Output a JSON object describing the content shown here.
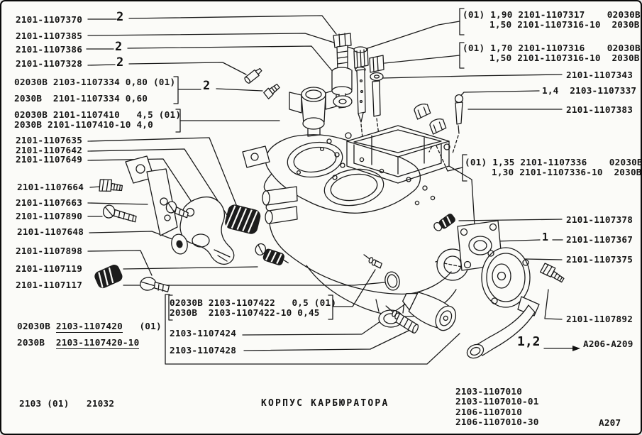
{
  "parts_left": {
    "rows": [
      "2101-1107370",
      "2101-1107385",
      "2101-1107386",
      "2101-1107328"
    ],
    "group334": [
      "02030В 2103-1107334 0,80 (01)",
      "2030В  2101-1107334 0,60"
    ],
    "group410": [
      "02030В 2101-1107410   4,5 (01)",
      "2030В 2101-1107410-10 4,0"
    ],
    "rows2": [
      "2101-1107635",
      "2101-1107642",
      "2101-1107649",
      "2101-1107664",
      "2101-1107663",
      "2101-1107890",
      "2101-1107648",
      "2101-1107898",
      "2101-1107119",
      "2101-1107117"
    ],
    "group420": [
      {
        "prefix": "02030В ",
        "num": "2103-1107420",
        "suffix": "   (01)"
      },
      {
        "prefix": "2030В  ",
        "num": "2103-1107420-10",
        "suffix": ""
      }
    ]
  },
  "callout_box": {
    "rows": [
      "02030В 2103-1107422   0,5 (01)",
      "2030В  2103-1107422-10 0,45"
    ],
    "parts": [
      "2103-1107424",
      "2103-1107428"
    ]
  },
  "parts_right": {
    "group317": [
      "(01) 1,90 2101-1107317    02030В",
      "1,50 2101-1107316-10  2030В"
    ],
    "group316": [
      "(01) 1,70 2101-1107316    02030В",
      "1,50 2101-1107316-10  2030В"
    ],
    "singles": [
      "2101-1107343",
      "1,4  2103-1107337",
      "2101-1107383"
    ],
    "group336": [
      "(01) 1,35 2101-1107336    02030В",
      "1,30 2101-1107336-10  2030В"
    ],
    "singles2": [
      "2101-1107378",
      "2101-1107367",
      "2101-1107375",
      "2101-1107892"
    ],
    "item_no": "1"
  },
  "callouts": {
    "two": "2",
    "range_label": "1,2",
    "range_target": "А206-А209"
  },
  "footer": {
    "left1": "2103 (01)",
    "left2": "21032",
    "title": "КОРПУС КАРБЮРАТОРА",
    "models": [
      "2103-1107010",
      "2103-1107010-01",
      "2106-1107010",
      "2106-1107010-30"
    ],
    "page": "А207"
  }
}
